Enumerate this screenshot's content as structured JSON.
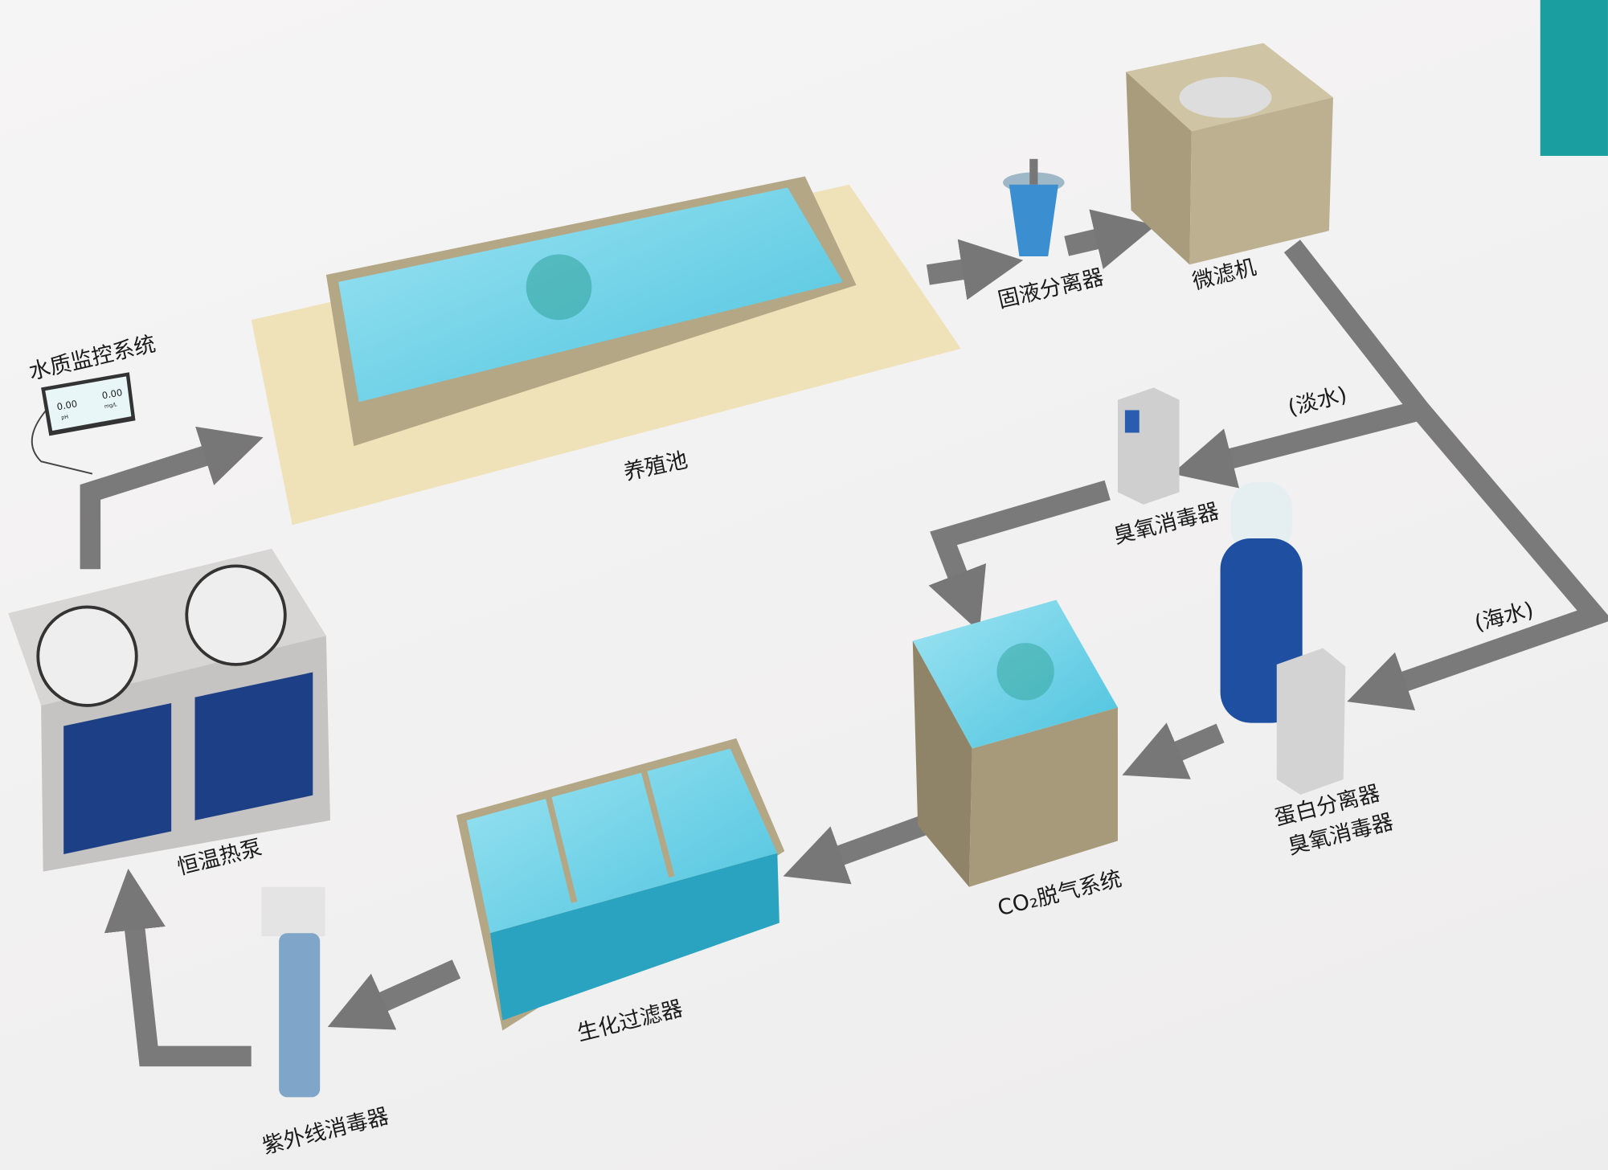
{
  "labels": {
    "monitor": "水质监控系统",
    "pond": "养殖池",
    "solid_separator": "固液分离器",
    "microfilter": "微滤机",
    "freshwater": "(淡水)",
    "seawater": "(海水)",
    "ozone_fresh": "臭氧消毒器",
    "protein_line1": "蛋白分离器",
    "protein_line2": "臭氧消毒器",
    "co2": "CO₂脱气系统",
    "heat_pump": "恒温热泵",
    "biofilter": "生化过滤器",
    "uv": "紫外线消毒器"
  },
  "monitor_screen": {
    "value_left": "0.00",
    "unit_left": "pH",
    "value_right": "0.00",
    "unit_right": "mg/L"
  },
  "colors": {
    "accent": "#1a9ea0",
    "arrow": "#7a7a7a",
    "water": "#6fd0e6",
    "tan": "#efe1b8",
    "tank": "#a79a7a"
  }
}
